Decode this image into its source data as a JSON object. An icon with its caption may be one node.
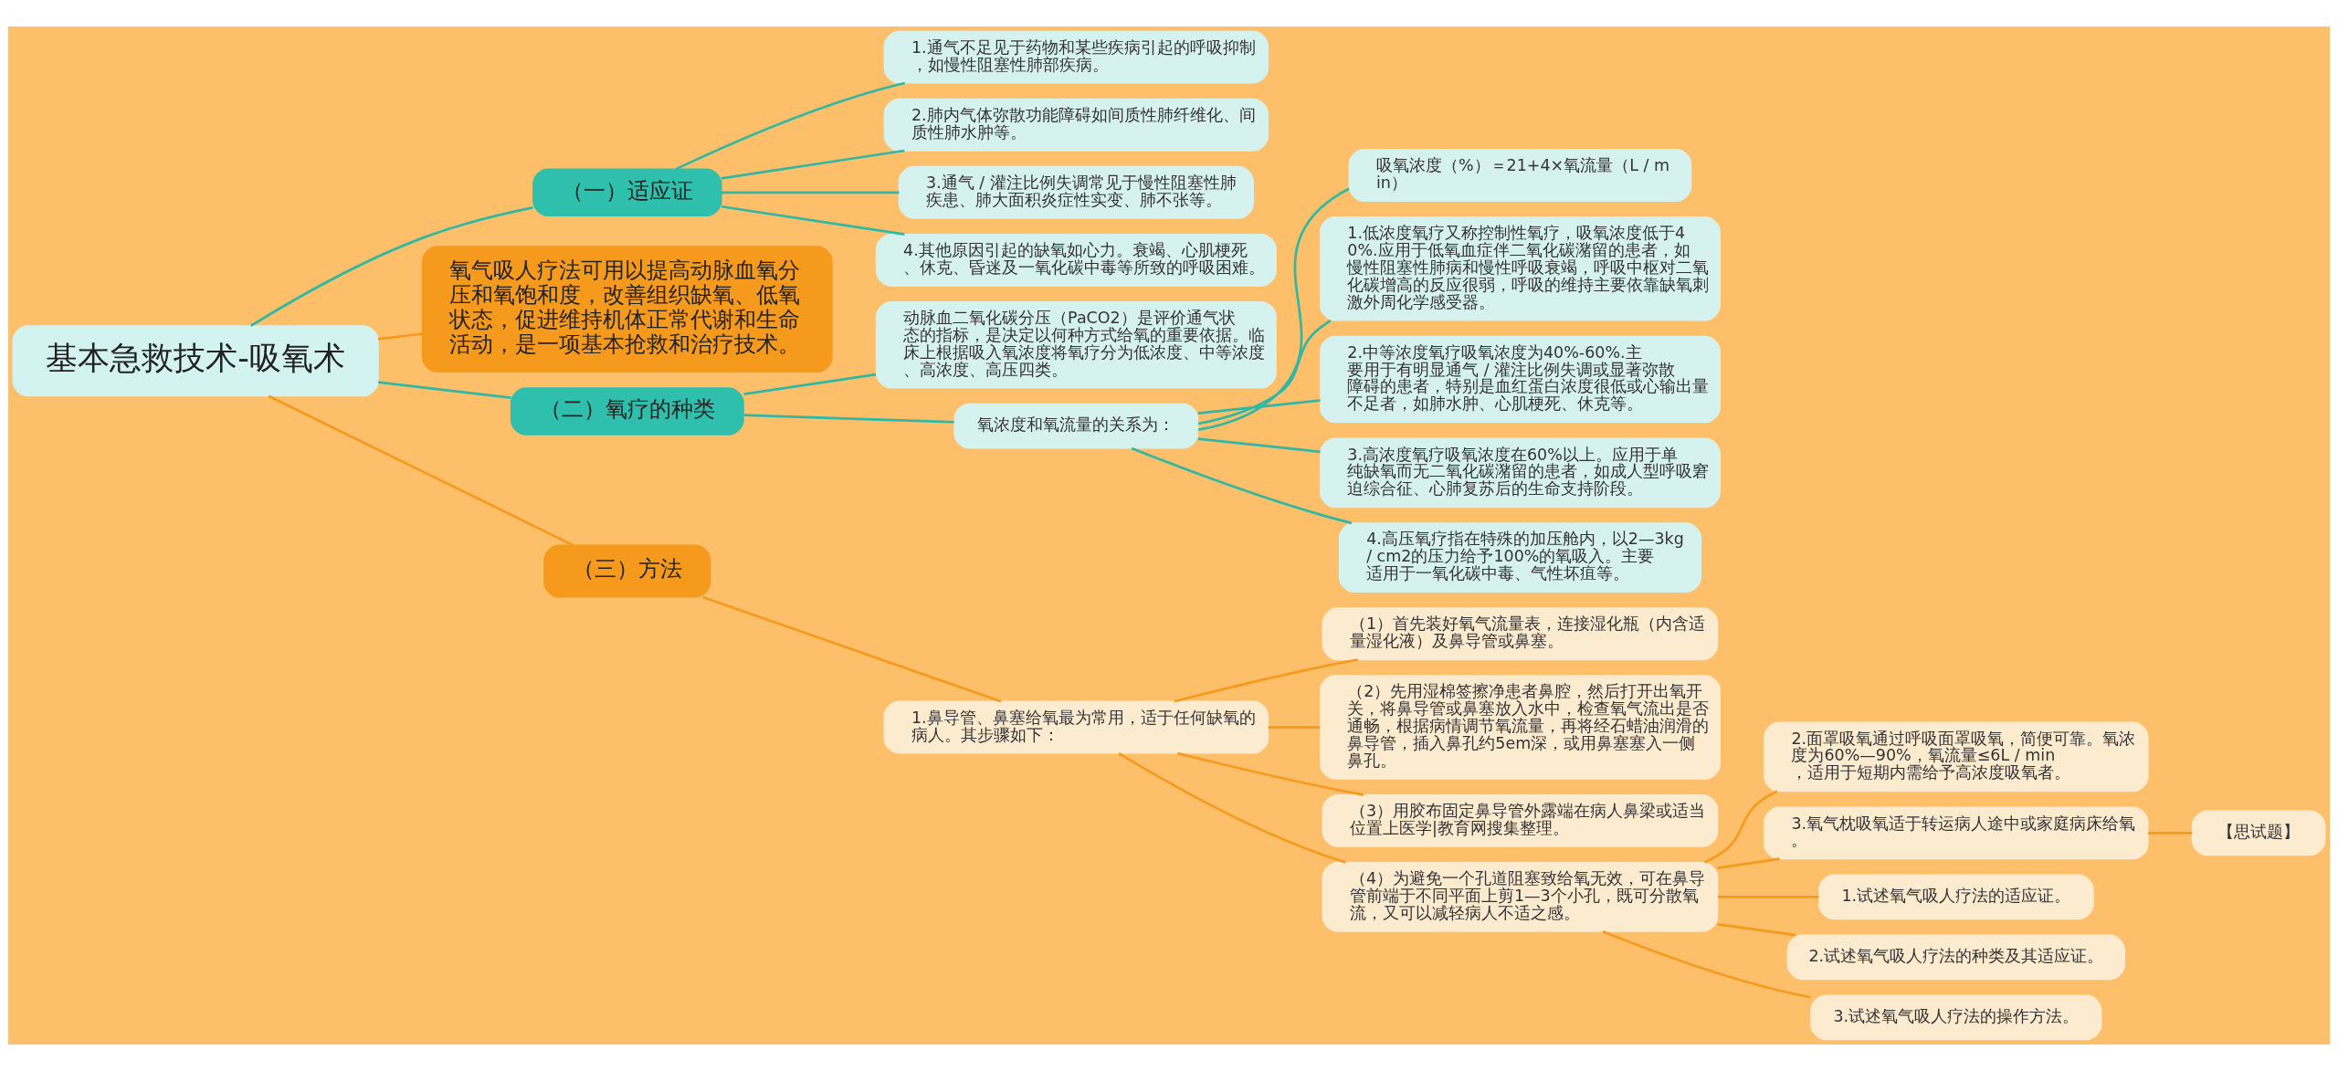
{
  "diagram": {
    "nodes": [
      {
        "text": [
          "基本急救技术-吸氧术"
        ]
      },
      {
        "text": [
          "（一）适应证"
        ]
      },
      {
        "text": [
          "1.通气不足见于药物和某些疾病引起的呼吸抑制，如慢性阻塞性肺部疾病。"
        ]
      },
      {
        "text": [
          "2.肺内气体弥散功能障碍如间质性肺纤维化、间质性肺水肿等。"
        ]
      },
      {
        "text": [
          "3.通气 / 灌注比例失调常见于慢性阻塞性肺疾患、肺大面积炎症性实变、肺不张等。"
        ]
      },
      {
        "text": [
          "4.其他原因引起的缺氧如心力。衰竭、心肌梗死、休克、昏迷及一氧化碳中毒等所致的呼吸困难。"
        ]
      },
      {
        "text": [
          "氧气吸人疗法可用以提高动脉血氧分压和氧饱和度，改善组织缺氧、低氧状态，促进维持机体正常代谢和生命活动，是一项基本抢救和治疗技术。"
        ]
      },
      {
        "text": [
          "（二）氧疗的种类"
        ]
      },
      {
        "text": [
          "动脉血二氧化碳分压（PaCO2）是评价通气状态的指标，是决定以何种方式给氧的重要依据。临床上根据吸入氧浓度将氧疗分为低浓度、中等浓度、高浓度、高压四类。"
        ]
      },
      {
        "text": [
          "氧浓度和氧流量的关系为："
        ]
      },
      {
        "text": [
          "吸氧浓度（%）＝21+4×氧流量（L / min）"
        ]
      },
      {
        "text": [
          "1.低浓度氧疗又称控制性氧疗，吸氧浓度低于40%.应用于低氧血症伴二氧化碳潴留的患者，如慢性阻塞性肺病和慢性呼吸衰竭，呼吸中枢对二氧化碳增高的反应很弱，呼吸的维持主要依靠缺氧刺激外周化学感受器。"
        ]
      },
      {
        "text": [
          "2.中等浓度氧疗吸氧浓度为40%-60%.主要用于有明显通气 / 灌注比例失调或显著弥散障碍的患者，特别是血红蛋白浓度很低或心输出量不足者，如肺水肿、心肌梗死、休克等。"
        ]
      },
      {
        "text": [
          "3.高浓度氧疗吸氧浓度在60%以上。应用于单纯缺氧而无二氧化碳潴留的患者，如成人型呼吸窘迫综合征、心肺复苏后的生命支持阶段。"
        ]
      },
      {
        "text": [
          "4.高压氧疗指在特殊的加压舱内，以2—3kg / cm2的压力给予100%的氧吸入。主要适用于一氧化碳中毒、气性坏疽等。"
        ]
      },
      {
        "text": [
          "（三）方法"
        ]
      },
      {
        "text": [
          "1.鼻导管、鼻塞给氧最为常用，适于任何缺氧的病人。其步骤如下："
        ]
      },
      {
        "text": [
          "（1）首先装好氧气流量表，连接湿化瓶（内含适量湿化液）及鼻导管或鼻塞。"
        ]
      },
      {
        "text": [
          "（2）先用湿棉签擦净患者鼻腔，然后打开出氧开关，将鼻导管或鼻塞放入水中，检查氧气流出是否通畅，根据病情调节氧流量，再将经石蜡油润滑的鼻导管，插入鼻孔约5em深，或用鼻塞塞入一侧鼻孔。"
        ]
      },
      {
        "text": [
          "（3）用胶布固定鼻导管外露端在病人鼻梁或适当位置上医学|教育网搜集整理。"
        ]
      },
      {
        "text": [
          "（4）为避免一个孔道阻塞致给氧无效，可在鼻导管前端于不同平面上剪1—3个小孔，既可分散氧流，又可以减轻病人不适之感。"
        ]
      },
      {
        "text": [
          "2.面罩吸氧通过呼吸面罩吸氧，简便可靠。氧浓度为60%—90%，氧流量≤6L / min，适用于短期内需给予高浓度吸氧者。"
        ]
      },
      {
        "text": [
          "3.氧气枕吸氧适于转运病人途中或家庭病床给氧。"
        ]
      },
      {
        "text": [
          "1.试述氧气吸人疗法的适应证。"
        ]
      },
      {
        "text": [
          "2.试述氧气吸人疗法的种类及其适应证。"
        ]
      },
      {
        "text": [
          "3.试述氧气吸人疗法的操作方法。"
        ]
      },
      {
        "text": [
          "【思试题】"
        ]
      }
    ],
    "edges": [
      {
        "from": 0,
        "to": 1,
        "arrow": "none"
      },
      {
        "from": 1,
        "to": 2,
        "arrow": "none"
      },
      {
        "from": 1,
        "to": 3,
        "arrow": "none"
      },
      {
        "from": 1,
        "to": 4,
        "arrow": "none"
      },
      {
        "from": 1,
        "to": 5,
        "arrow": "none"
      },
      {
        "from": 0,
        "to": 6,
        "arrow": "none",
        "color": "#f59a1c"
      },
      {
        "from": 0,
        "to": 7,
        "arrow": "none"
      },
      {
        "from": 7,
        "to": 8,
        "arrow": "none"
      },
      {
        "from": 7,
        "to": 9,
        "arrow": "none"
      },
      {
        "from": 9,
        "to": 10,
        "arrow": "none"
      },
      {
        "from": 9,
        "to": 11,
        "arrow": "none"
      },
      {
        "from": 9,
        "to": 12,
        "arrow": "none"
      },
      {
        "from": 9,
        "to": 13,
        "arrow": "none"
      },
      {
        "from": 9,
        "to": 14,
        "arrow": "none"
      },
      {
        "from": 0,
        "to": 15,
        "arrow": "none",
        "color": "#f59a1c"
      },
      {
        "from": 15,
        "to": 16,
        "arrow": "none",
        "color": "#f59a1c"
      },
      {
        "from": 16,
        "to": 17,
        "arrow": "none",
        "color": "#f59a1c"
      },
      {
        "from": 16,
        "to": 18,
        "arrow": "none",
        "color": "#f59a1c"
      },
      {
        "from": 16,
        "to": 19,
        "arrow": "none",
        "color": "#f59a1c"
      },
      {
        "from": 16,
        "to": 20,
        "arrow": "none",
        "color": "#f59a1c"
      },
      {
        "from": 20,
        "to": 21,
        "arrow": "none",
        "color": "#f59a1c"
      },
      {
        "from": 20,
        "to": 22,
        "arrow": "none",
        "color": "#f59a1c"
      },
      {
        "from": 20,
        "to": 23,
        "arrow": "none",
        "color": "#f59a1c"
      },
      {
        "from": 20,
        "to": 24,
        "arrow": "none",
        "color": "#f59a1c"
      },
      {
        "from": 20,
        "to": 25,
        "arrow": "none",
        "color": "#f59a1c"
      },
      {
        "from": 22,
        "to": 26,
        "arrow": "none",
        "color": "#f59a1c"
      }
    ]
  }
}
